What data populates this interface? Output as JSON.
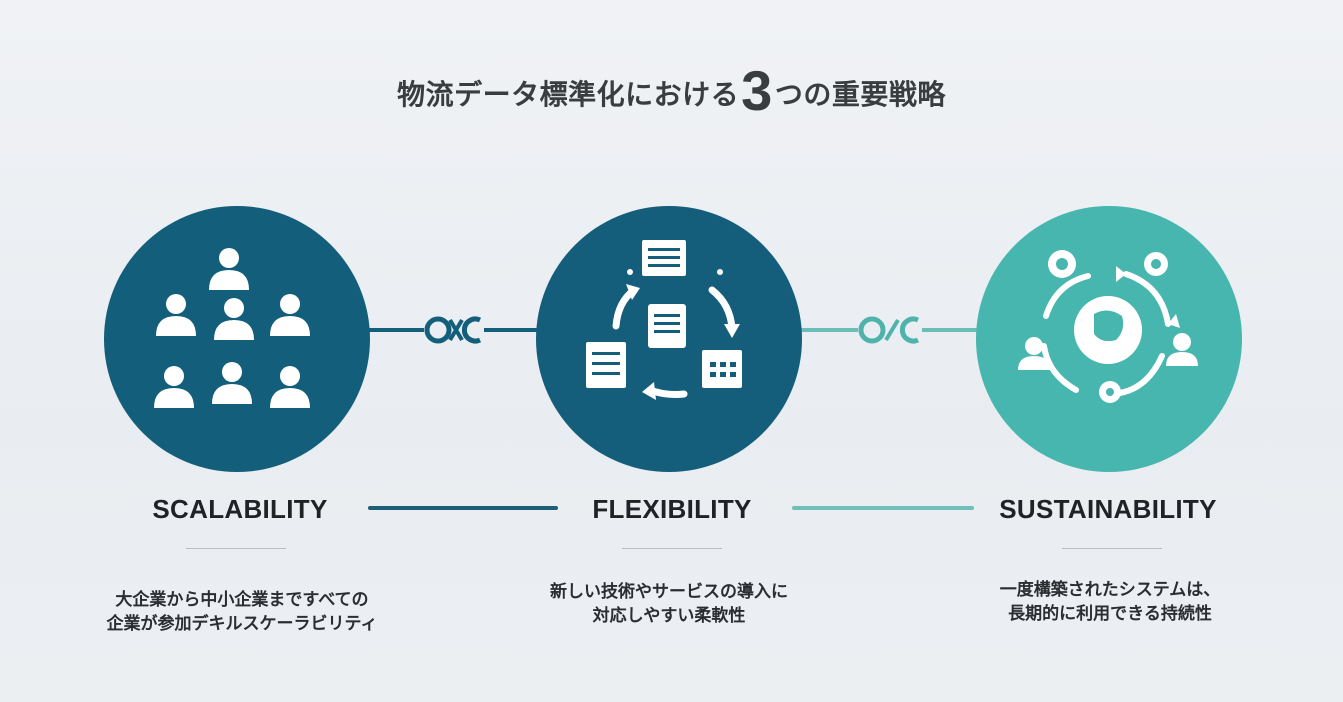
{
  "title": {
    "prefix": "物流データ標準化における",
    "number": "3",
    "suffix": "つの重要戦略"
  },
  "pillars": [
    {
      "heading": "SCALABILITY",
      "desc_line1": "大企業から中小企業まですべての",
      "desc_line2": "企業が参加デキルスケーラビリティ",
      "color": "#135e7a",
      "icon": "people-grid-icon"
    },
    {
      "heading": "FLEXIBILITY",
      "desc_line1": "新しい技術やサービスの導入に",
      "desc_line2": "対応しやすい柔軟性",
      "color": "#145e7b",
      "icon": "document-cycle-icon"
    },
    {
      "heading": "SUSTAINABILITY",
      "desc_line1": "一度構築されたシステムは、",
      "desc_line2": "長期的に利用できる持続性",
      "color": "#47b6ae",
      "icon": "gear-cycle-icon"
    }
  ],
  "accent_colors": {
    "dark_teal": "#135e7a",
    "light_teal": "#47b6ae"
  }
}
